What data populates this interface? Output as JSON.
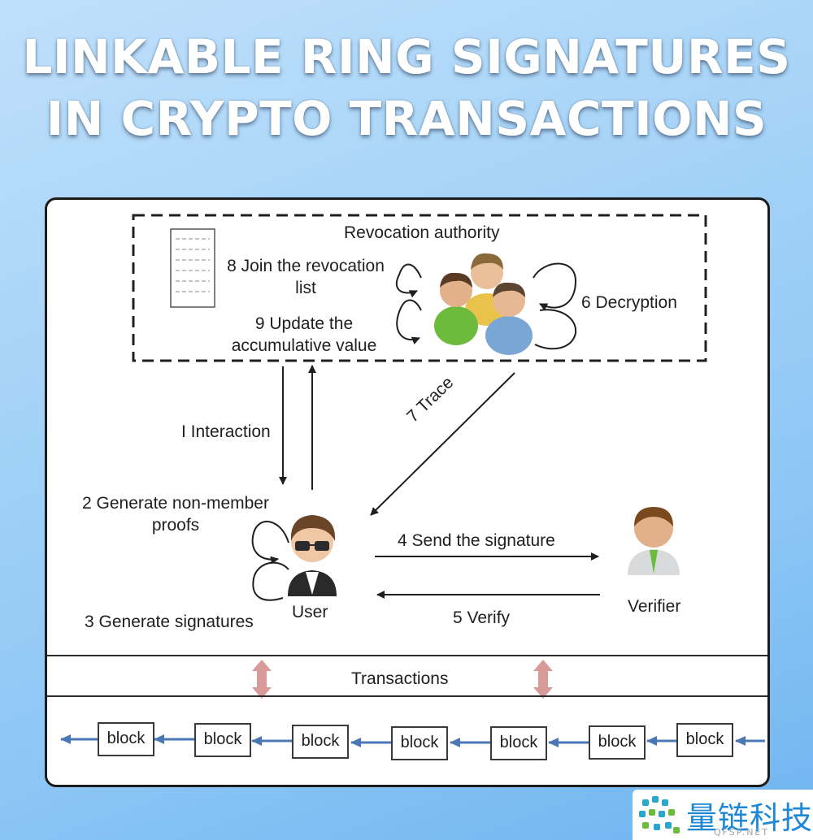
{
  "title_lines": [
    "LINKABLE RING SIGNATURES",
    "IN CRYPTO TRANSACTIONS"
  ],
  "revocation": {
    "title": "Revocation authority",
    "join_line1": "8 Join the revocation",
    "join_line2": "list",
    "update_line1": "9 Update the",
    "update_line2": "accumulative value",
    "decryption": "6 Decryption"
  },
  "flow": {
    "interaction": "I Interaction",
    "trace": "7 Trace",
    "gen_proofs_line1": "2 Generate non-member",
    "gen_proofs_line2": "proofs",
    "gen_signatures": "3 Generate signatures",
    "send_signature": "4 Send the signature",
    "verify": "5 Verify"
  },
  "actors": {
    "user": "User",
    "verifier": "Verifier"
  },
  "transactions_label": "Transactions",
  "blocks": [
    "block",
    "block",
    "block",
    "block",
    "block",
    "block",
    "block"
  ],
  "watermark": {
    "name": "量链科技",
    "site": "QFSP.NET"
  },
  "colors": {
    "block_arrow": "#4a78b5",
    "tx_arrow": "#d99a9a",
    "shirt_green": "#6dbb3c",
    "accent_blue": "#1e88d6"
  }
}
